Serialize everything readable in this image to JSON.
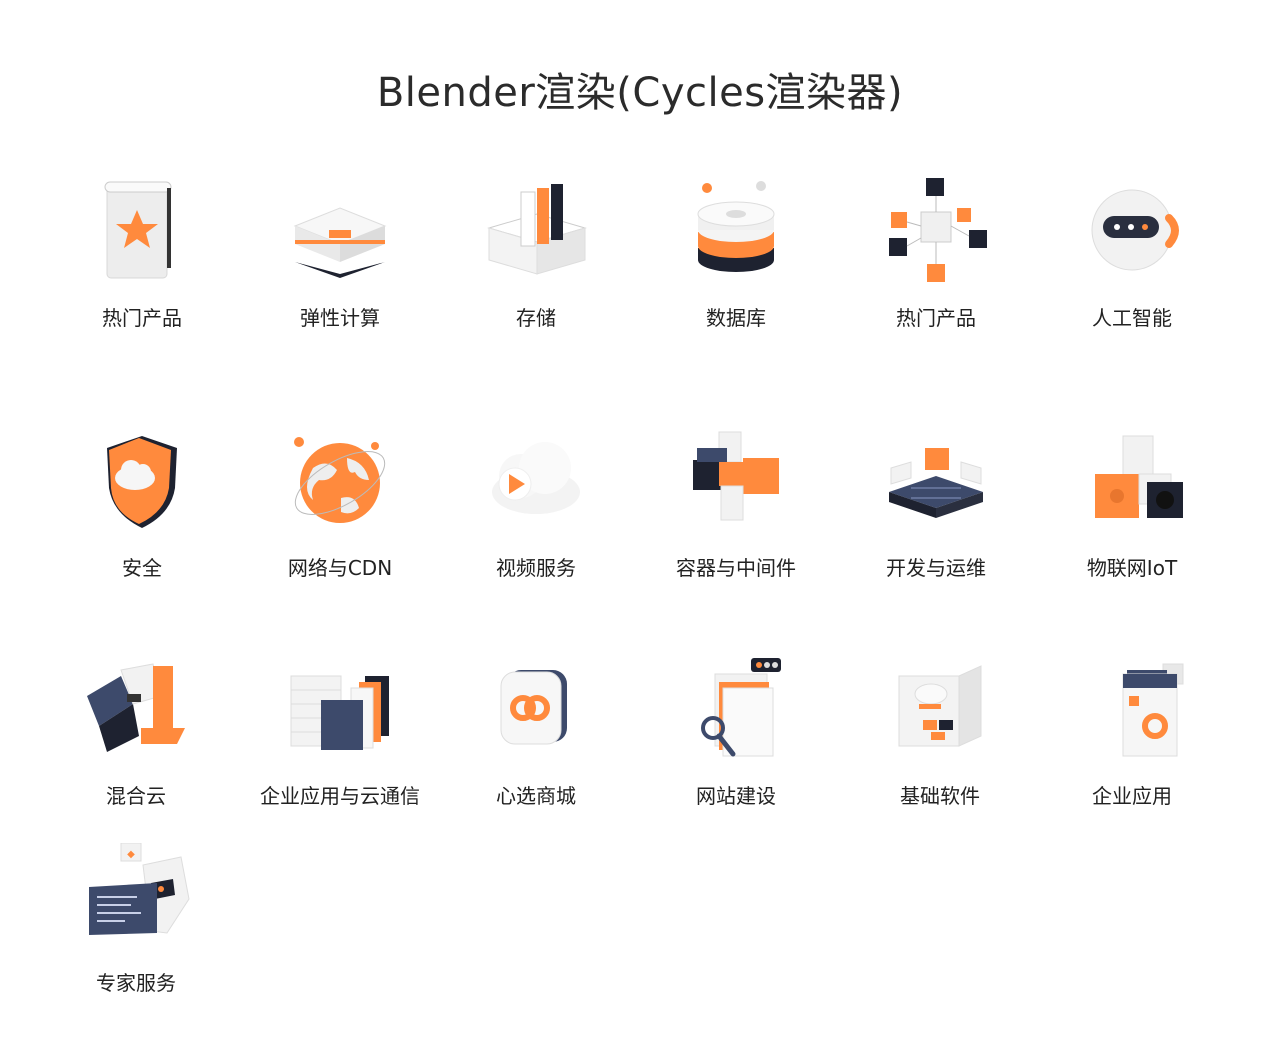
{
  "title": "Blender渲染(Cycles渲染器)",
  "colors": {
    "accent": "#FF8A3D",
    "dark": "#1E2230",
    "navy": "#3D4A6B",
    "light": "#F2F2F2"
  },
  "items": [
    {
      "label": "热门产品",
      "icon": "star-banner-icon"
    },
    {
      "label": "弹性计算",
      "icon": "server-block-icon"
    },
    {
      "label": "存储",
      "icon": "storage-files-icon"
    },
    {
      "label": "数据库",
      "icon": "database-stack-icon"
    },
    {
      "label": "热门产品",
      "icon": "cube-network-icon"
    },
    {
      "label": "人工智能",
      "icon": "robot-head-icon"
    },
    {
      "label": "安全",
      "icon": "shield-cloud-icon"
    },
    {
      "label": "网络与CDN",
      "icon": "globe-icon"
    },
    {
      "label": "视频服务",
      "icon": "play-cloud-icon"
    },
    {
      "label": "容器与中间件",
      "icon": "container-blocks-icon"
    },
    {
      "label": "开发与运维",
      "icon": "devops-platform-icon"
    },
    {
      "label": "物联网IoT",
      "icon": "iot-cubes-icon"
    },
    {
      "label": "混合云",
      "icon": "hybrid-cloud-icon"
    },
    {
      "label": "企业应用与云通信",
      "icon": "enterprise-comm-icon"
    },
    {
      "label": "心选商城",
      "icon": "mall-app-icon"
    },
    {
      "label": "网站建设",
      "icon": "website-folder-icon"
    },
    {
      "label": "基础软件",
      "icon": "base-software-icon"
    },
    {
      "label": "企业应用",
      "icon": "enterprise-app-icon"
    },
    {
      "label": "专家服务",
      "icon": "expert-service-icon"
    }
  ]
}
